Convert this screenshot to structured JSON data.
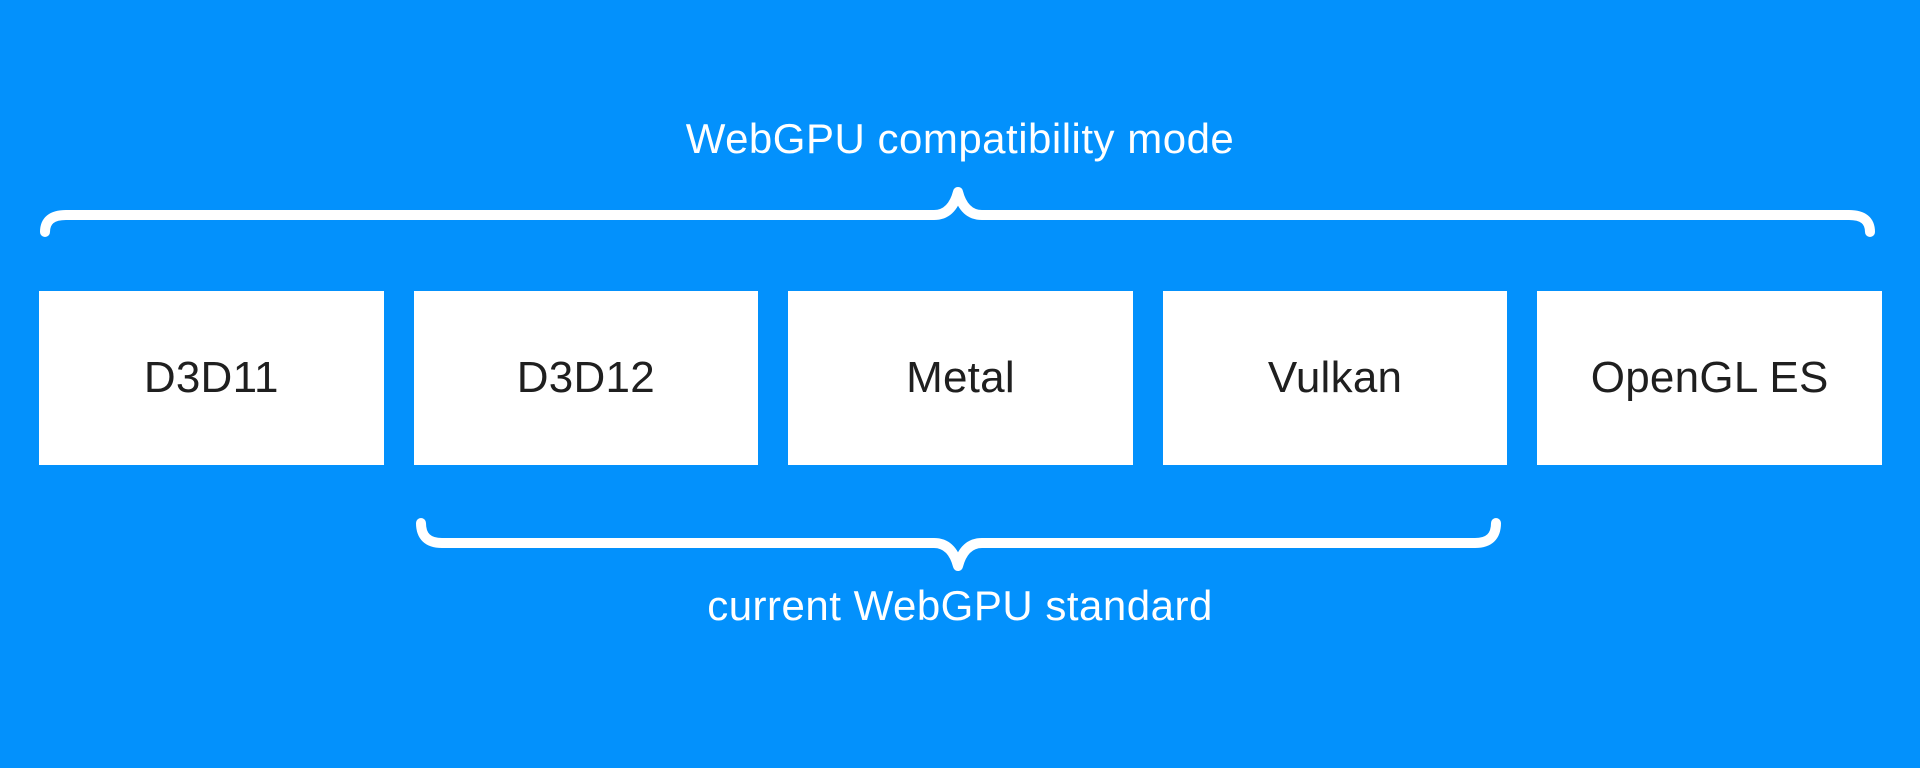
{
  "colors": {
    "background": "#0391fc",
    "box-bg": "#ffffff",
    "box-text": "#1f1f1f",
    "label-text": "#ffffff",
    "brace": "#ffffff"
  },
  "diagram": {
    "top_label": "WebGPU compatibility mode",
    "bottom_label": "current WebGPU standard",
    "boxes": [
      {
        "label": "D3D11"
      },
      {
        "label": "D3D12"
      },
      {
        "label": "Metal"
      },
      {
        "label": "Vulkan"
      },
      {
        "label": "OpenGL ES"
      }
    ]
  }
}
